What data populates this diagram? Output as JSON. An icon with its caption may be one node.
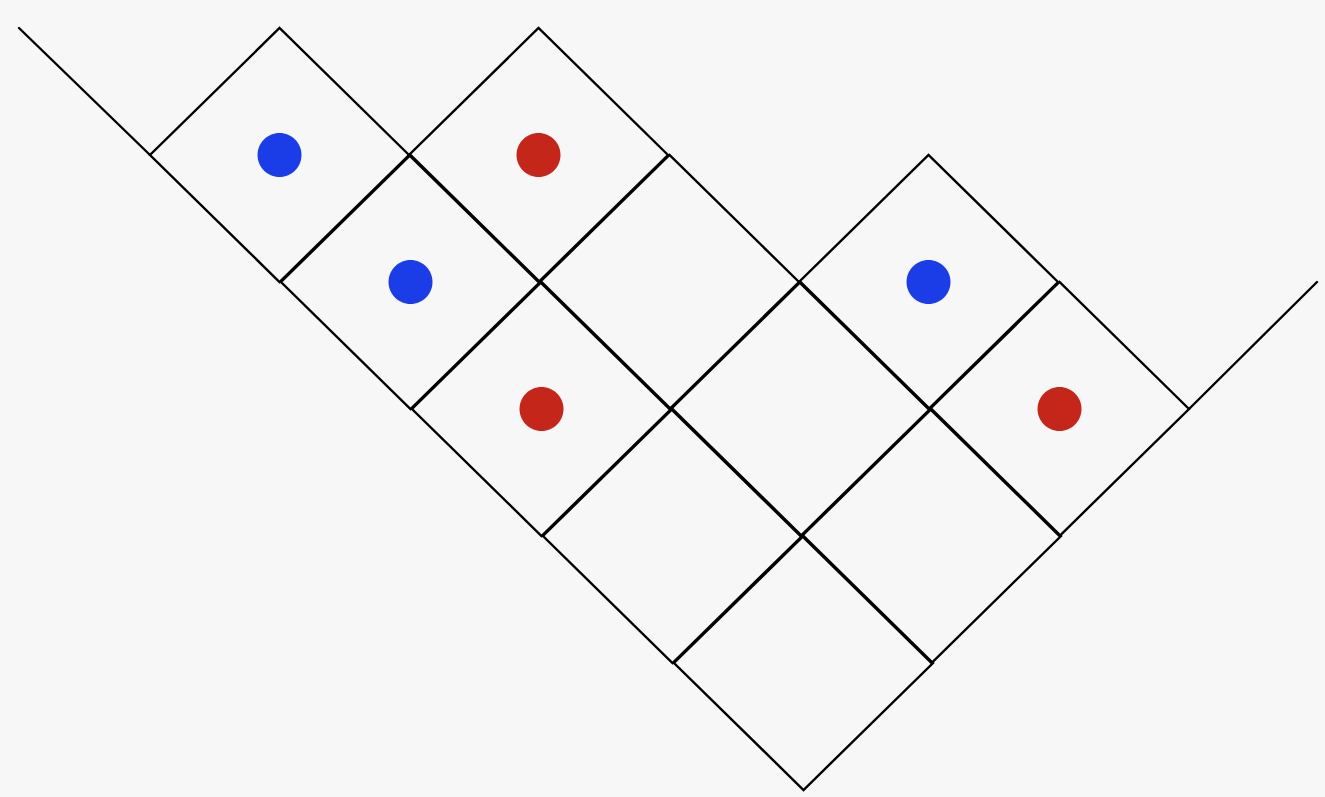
{
  "diagram": {
    "nodes": [
      {
        "text": [],
        "shape": "diamond"
      },
      {
        "text": [],
        "shape": "diamond"
      },
      {
        "text": [],
        "shape": "diamond"
      },
      {
        "text": [],
        "shape": "diamond"
      },
      {
        "text": [],
        "shape": "diamond"
      },
      {
        "text": [],
        "shape": "diamond"
      },
      {
        "text": [],
        "shape": "diamond"
      },
      {
        "text": [],
        "shape": "diamond"
      },
      {
        "text": [],
        "shape": "diamond"
      },
      {
        "text": [],
        "shape": "diamond"
      },
      {
        "text": [],
        "shape": "diamond"
      },
      {
        "text": [],
        "shape": "circle",
        "in": 0
      },
      {
        "text": [],
        "shape": "circle",
        "in": 1
      },
      {
        "text": [],
        "shape": "circle",
        "in": 2
      },
      {
        "text": [],
        "shape": "circle",
        "in": 3
      },
      {
        "text": [],
        "shape": "circle",
        "in": 8
      },
      {
        "text": [],
        "shape": "circle",
        "in": 10
      }
    ]
  }
}
